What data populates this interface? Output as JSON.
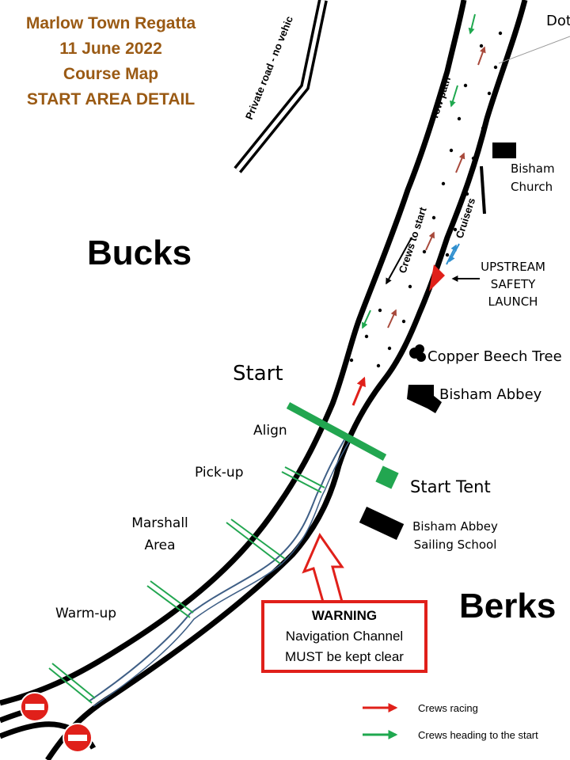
{
  "title": {
    "line1": "Marlow Town Regatta",
    "line2": "11 June 2022",
    "line3": "Course Map",
    "line4": "START AREA DETAIL"
  },
  "regions": {
    "bucks": "Bucks",
    "berks": "Berks"
  },
  "roads": {
    "private_road": "Private road - no vehic",
    "tow_path": "Tow path"
  },
  "river_labels": {
    "crews_to_start": "Crews to start",
    "cruisers": "Cruisers"
  },
  "landmarks": {
    "top_cut": "Dot",
    "church_line1": "Bisham",
    "church_line2": "Church",
    "safety_line1": "UPSTREAM",
    "safety_line2": "SAFETY",
    "safety_line3": "LAUNCH",
    "tree": "Copper Beech Tree",
    "abbey": "Bisham Abbey",
    "start_tent": "Start Tent",
    "sailing_line1": "Bisham Abbey",
    "sailing_line2": "Sailing School"
  },
  "course_lines": {
    "start": "Start",
    "align": "Align",
    "pickup": "Pick-up",
    "marshall_line1": "Marshall",
    "marshall_line2": "Area",
    "warmup": "Warm-up"
  },
  "warning": {
    "heading": "WARNING",
    "line1": "Navigation Channel",
    "line2": "MUST be kept clear"
  },
  "legend": {
    "racing": "Crews racing",
    "to_start": "Crews heading to the start"
  },
  "colors": {
    "title": "#9a5a14",
    "racing_arrow": "#e0201a",
    "start_arrow": "#1fa84f",
    "course_line": "#22a650",
    "channel": "#3f5f86",
    "warning_border": "#e0201a",
    "no_entry": "#e0201a",
    "cruiser_arrow": "#2f8fcf"
  },
  "icons": [
    "no-entry-icon",
    "warning-arrow-icon",
    "safety-launch-icon",
    "tree-icon",
    "building-icon",
    "tent-icon"
  ]
}
